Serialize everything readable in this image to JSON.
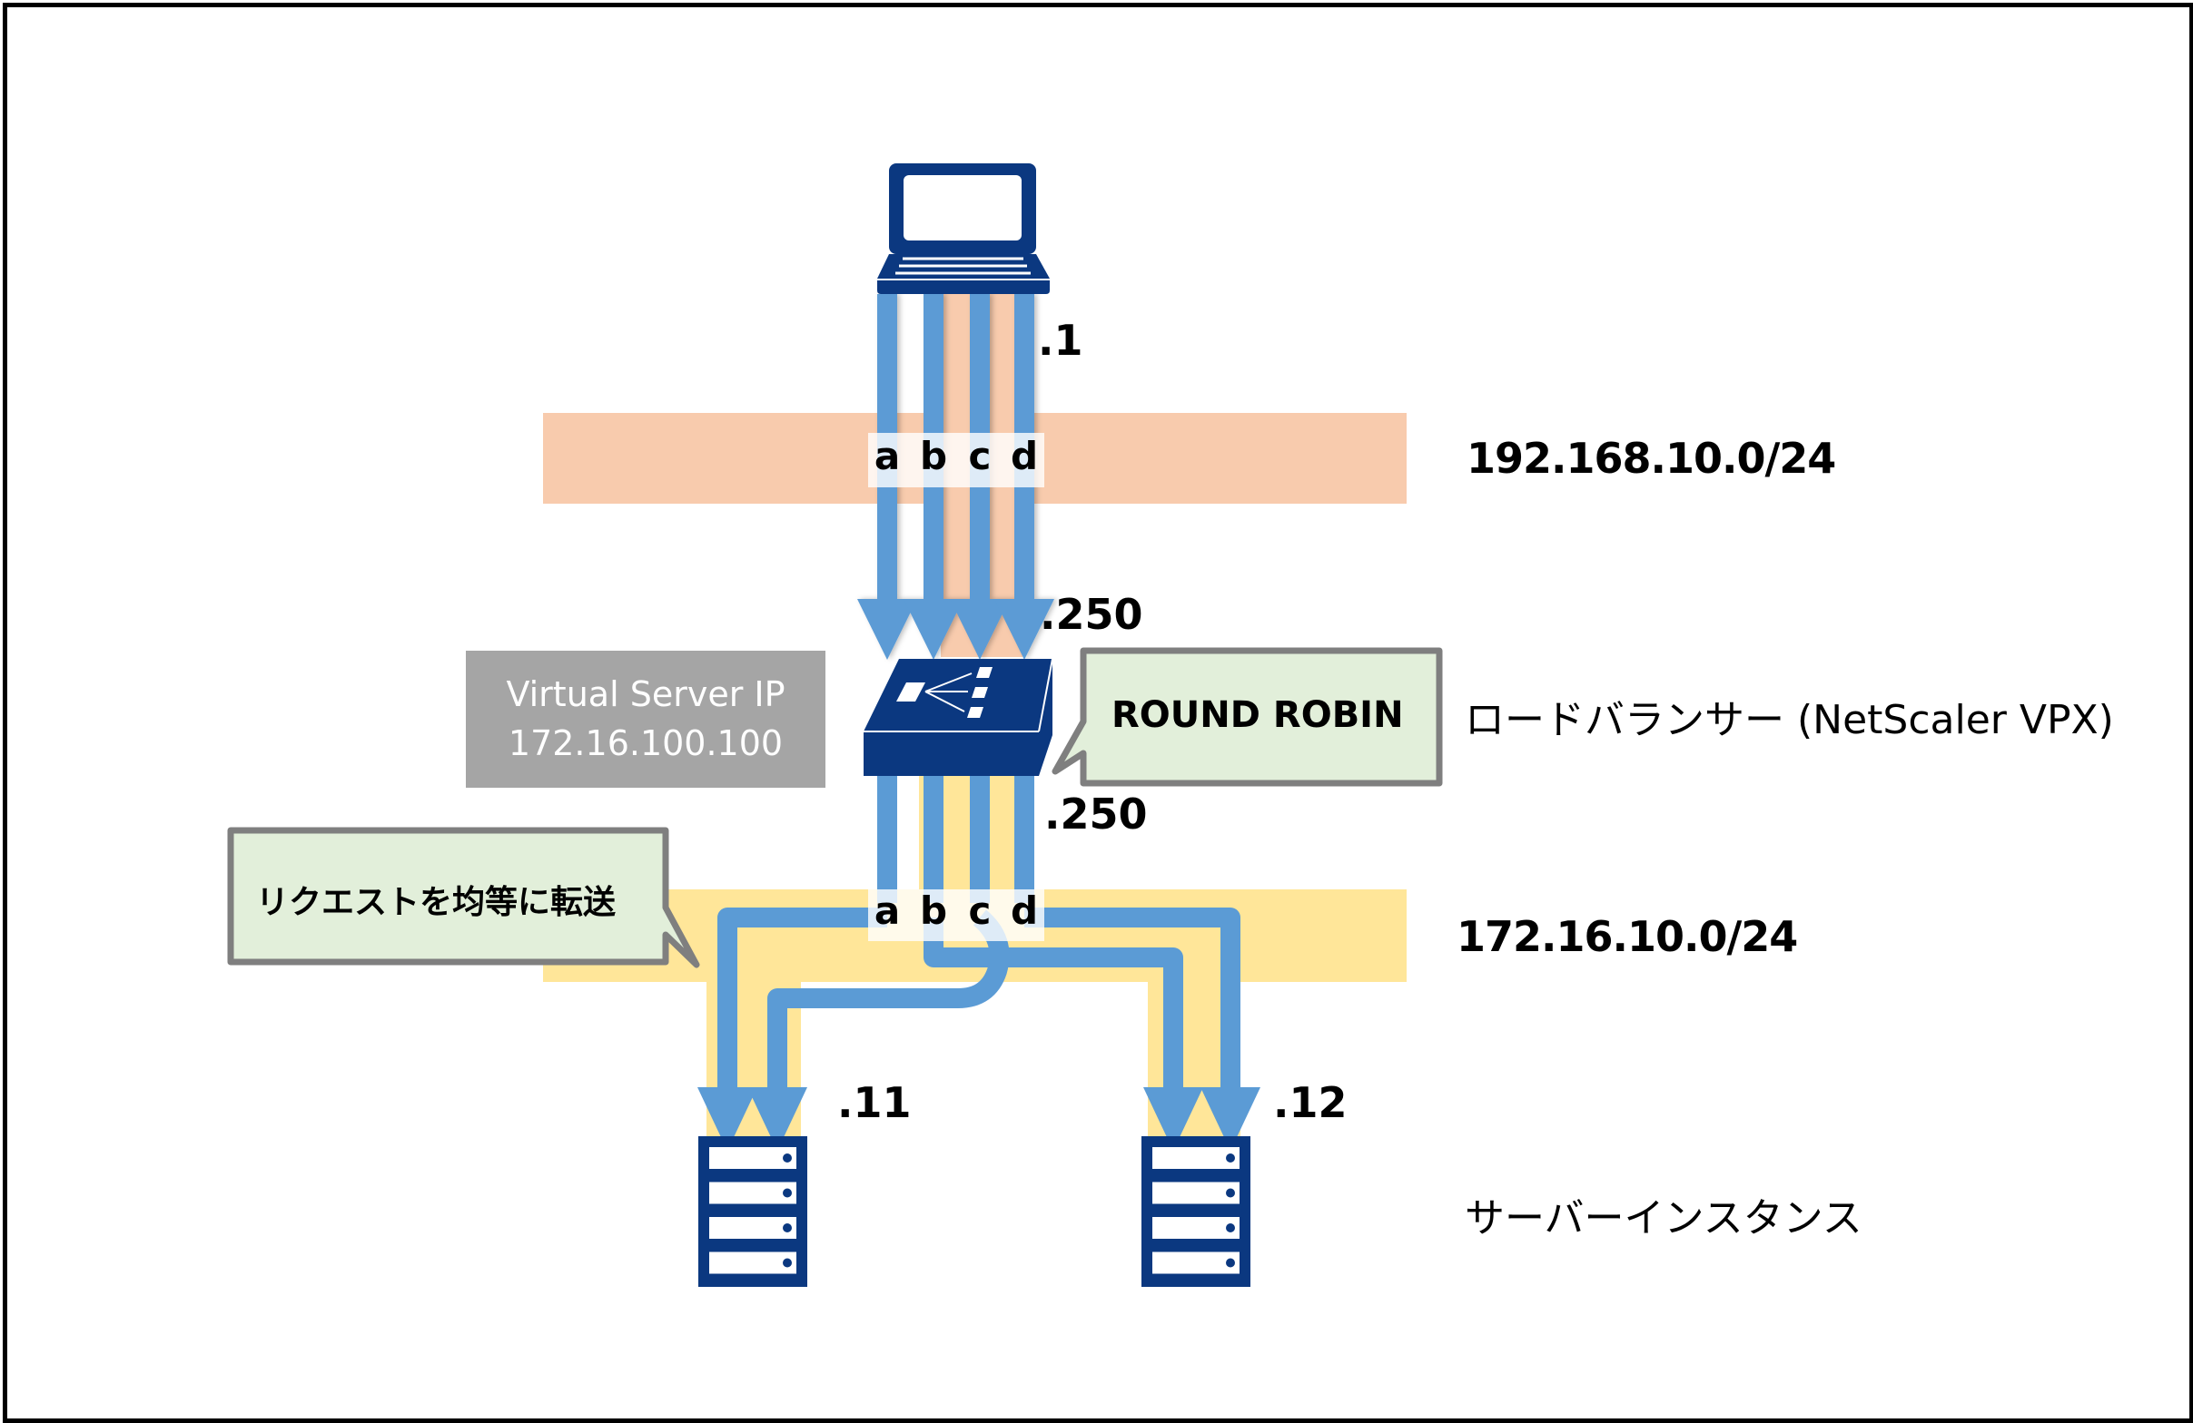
{
  "client": {
    "icon": "laptop-icon",
    "ip_suffix": ".1"
  },
  "networks": {
    "upper": {
      "cidr": "192.168.10.0/24",
      "color": "#F8CBAD"
    },
    "lower": {
      "cidr": "172.16.10.0/24",
      "color": "#FFE699"
    }
  },
  "flows": {
    "labels": [
      "a",
      "b",
      "c",
      "d"
    ],
    "arrow_color": "#5B9BD5"
  },
  "load_balancer": {
    "icon": "load-balancer-switch-icon",
    "label": "ロードバランサー (NetScaler VPX)",
    "ip_upper_suffix": ".250",
    "ip_lower_suffix": ".250",
    "algorithm_callout": "ROUND ROBIN",
    "virtual_server": {
      "title": "Virtual Server IP",
      "ip": "172.16.100.100"
    }
  },
  "distribution_callout": "リクエストを均等に転送",
  "servers": {
    "label": "サーバーインスタンス",
    "items": [
      {
        "ip_suffix": ".11",
        "receives": [
          "a",
          "c"
        ]
      },
      {
        "ip_suffix": ".12",
        "receives": [
          "b",
          "d"
        ]
      }
    ]
  },
  "colors": {
    "device_blue": "#0B3880",
    "callout_fill": "#E2EFDA",
    "callout_border": "#7F7F7F",
    "vip_box": "#A5A5A5"
  }
}
